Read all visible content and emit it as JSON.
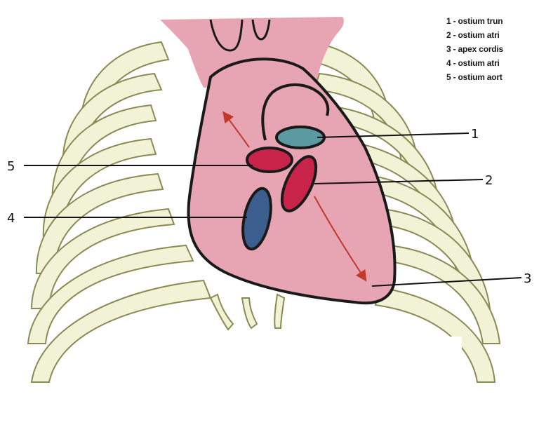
{
  "legend": {
    "items": [
      {
        "text": "1 - ostium trun"
      },
      {
        "text": "2 - ostium atri"
      },
      {
        "text": "3 - apex cordis"
      },
      {
        "text": "4 - ostium atri"
      },
      {
        "text": "5 - ostium aort"
      }
    ]
  },
  "markers": {
    "m1": "1",
    "m2": "2",
    "m3": "3",
    "m4": "4",
    "m5": "5"
  },
  "colors": {
    "ribs_fill": "#f2f2d6",
    "ribs_stroke": "#8a8a55",
    "heart_fill": "#e7a5b4",
    "valve_red": "#c8244a",
    "valve_blue": "#3c5e8e",
    "valve_teal": "#5a9aa0",
    "arrow": "#c0392b"
  }
}
